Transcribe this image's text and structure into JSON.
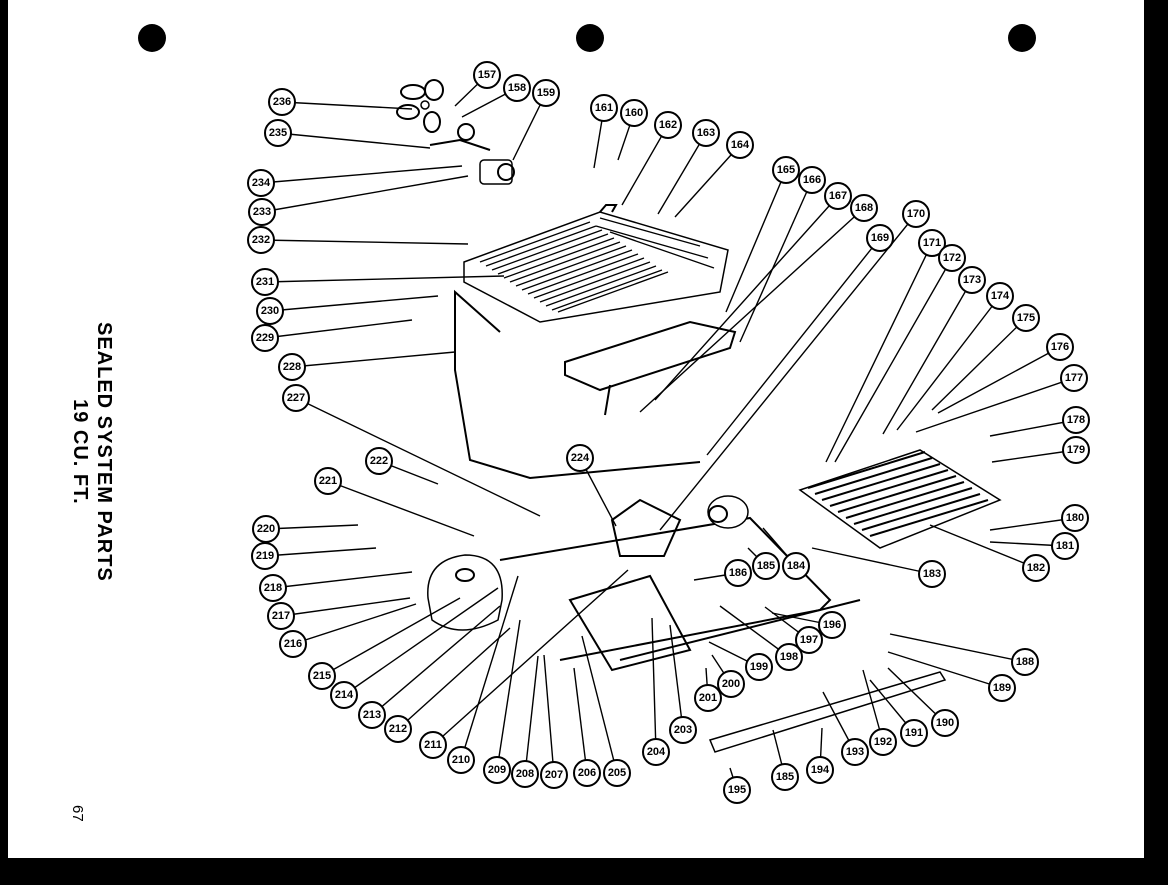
{
  "title": {
    "line1": "SEALED SYSTEM PARTS",
    "line2": "19 CU. FT."
  },
  "page_number": "67",
  "callouts": [
    "157",
    "158",
    "159",
    "160",
    "161",
    "162",
    "163",
    "164",
    "165",
    "166",
    "167",
    "168",
    "169",
    "170",
    "171",
    "172",
    "173",
    "174",
    "175",
    "176",
    "177",
    "178",
    "179",
    "180",
    "181",
    "182",
    "183",
    "184",
    "185",
    "186",
    "188",
    "189",
    "190",
    "191",
    "192",
    "193",
    "194",
    "195",
    "196",
    "197",
    "198",
    "199",
    "200",
    "201",
    "203",
    "204",
    "205",
    "206",
    "207",
    "208",
    "209",
    "210",
    "211",
    "212",
    "213",
    "214",
    "215",
    "216",
    "217",
    "218",
    "219",
    "220",
    "221",
    "222",
    "224",
    "227",
    "228",
    "229",
    "230",
    "231",
    "232",
    "233",
    "234",
    "235",
    "236",
    "185"
  ]
}
